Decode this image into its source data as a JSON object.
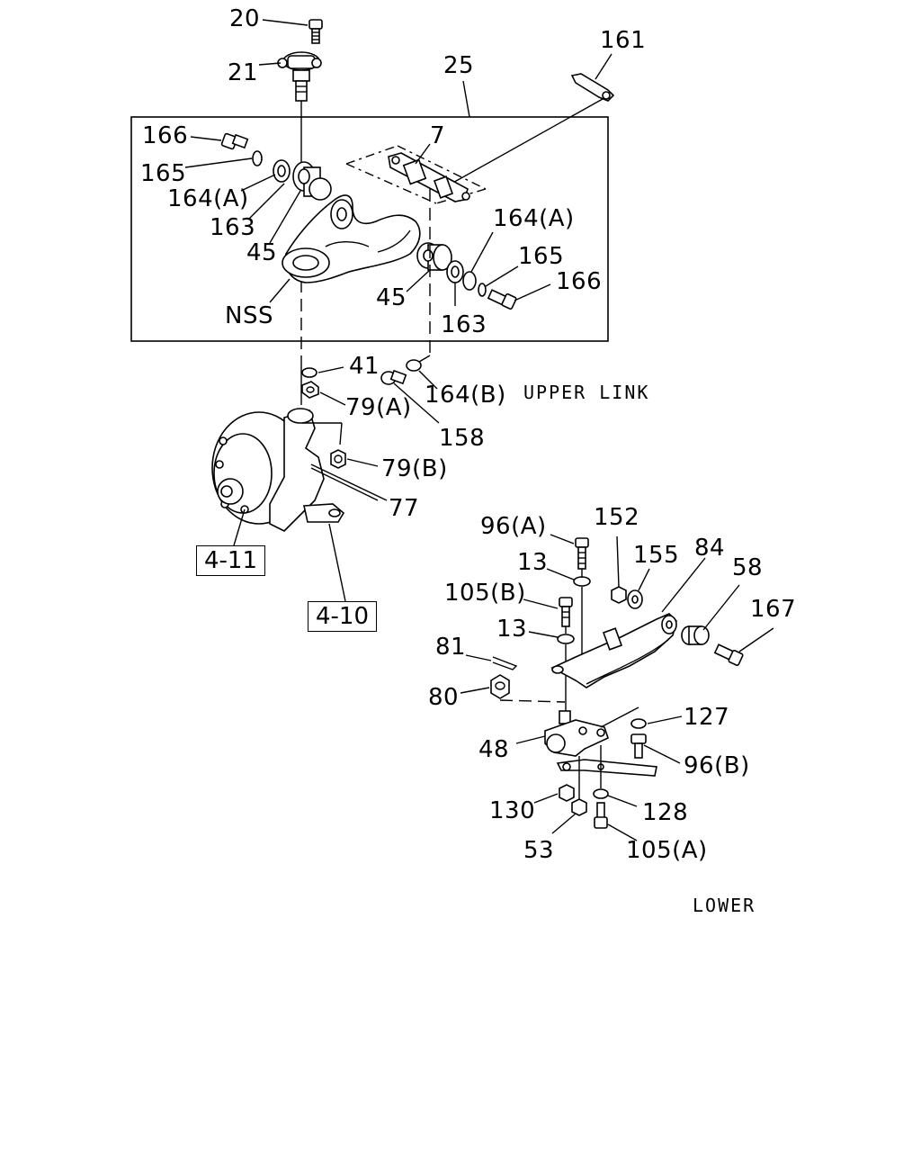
{
  "callouts": {
    "c20": "20",
    "c21": "21",
    "c25": "25",
    "c161": "161",
    "c166a": "166",
    "c7": "7",
    "c165a": "165",
    "c164a_left": "164(A)",
    "c163a": "163",
    "c45a": "45",
    "c164a_right": "164(A)",
    "c165b": "165",
    "c166b": "166",
    "cnss": "NSS",
    "c45b": "45",
    "c163b": "163",
    "c41": "41",
    "c164b": "164(B)",
    "c79a": "79(A)",
    "c158": "158",
    "c79b": "79(B)",
    "c77": "77",
    "c96a": "96(A)",
    "c152": "152",
    "c13a": "13",
    "c155": "155",
    "c84": "84",
    "c58": "58",
    "c105b": "105(B)",
    "c167": "167",
    "c13b": "13",
    "c81": "81",
    "c80": "80",
    "c127": "127",
    "c48": "48",
    "c96b": "96(B)",
    "c130": "130",
    "c128": "128",
    "c53": "53",
    "c105a": "105(A)"
  },
  "sections": {
    "upper": "UPPER LINK",
    "lower": "LOWER"
  },
  "references": {
    "ref_4_11": "4-11",
    "ref_4_10": "4-10"
  }
}
